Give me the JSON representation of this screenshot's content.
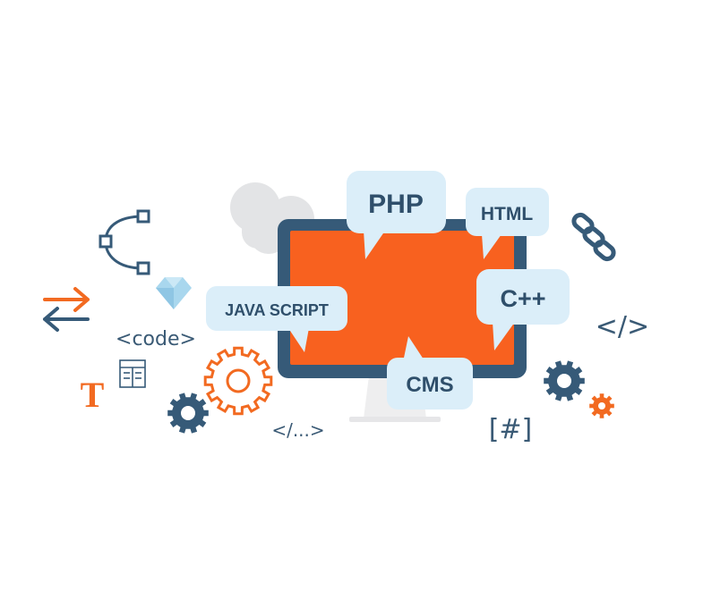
{
  "colors": {
    "navy": "#365a78",
    "orange": "#f26a21",
    "bubble": "#dbeef9",
    "cloud": "#e3e4e6",
    "stand": "#eeeeef",
    "screen": "#f8611f",
    "diamond": "#a9d7ee"
  },
  "bubbles": {
    "php": "PHP",
    "html": "HTML",
    "cpp": "C++",
    "javascript": "JAVA SCRIPT",
    "cms": "CMS"
  },
  "symbols": {
    "code_tag": "<code>",
    "close_tag": "</>",
    "ellipsis_tag": "</...>",
    "hash": "[#]",
    "serif_t": "T"
  },
  "icons": [
    "bezier-curve-icon",
    "swap-arrows-icon",
    "diamond-icon",
    "layout-grid-icon",
    "gear-icon",
    "chain-link-icon",
    "cloud-icon",
    "monitor-icon"
  ]
}
